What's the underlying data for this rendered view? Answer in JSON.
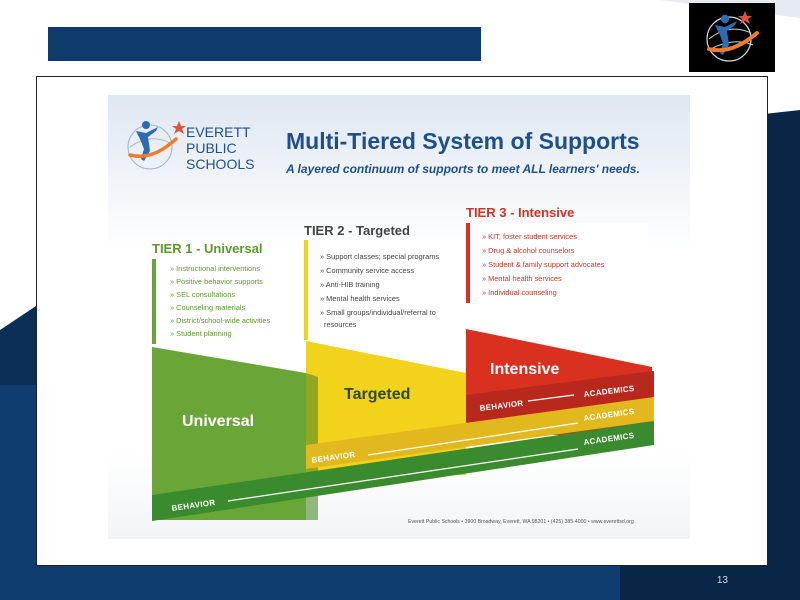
{
  "slide": {
    "number": "13",
    "colors": {
      "navy": "#0f3b6f",
      "navy_dark": "#0c2f5a",
      "accent_blue": "#1e4f8d"
    }
  },
  "logo": {
    "icon": "stylized-figure-logo-icon",
    "colors": {
      "star": "#e0533a",
      "figure": "#2b6cb3",
      "swoosh": "#ef7d2c"
    }
  },
  "infographic": {
    "brand": {
      "line1": "EVERETT",
      "line2": "PUBLIC",
      "line3": "SCHOOLS",
      "logo_icon": "everett-figure-logo-icon"
    },
    "title": "Multi-Tiered System of Supports",
    "subtitle": "A layered continuum of supports to meet ALL learners' needs.",
    "tiers": [
      {
        "heading": "TIER 1 - Universal",
        "color": "#6aa637",
        "items": [
          "» Instructional interventions",
          "» Positive behavior supports",
          "» SEL consultations",
          "» Counseling materials",
          "» District/school-wide activities",
          "» Student planning"
        ],
        "band_word": "Universal"
      },
      {
        "heading": "TIER 2 - Targeted",
        "color": "#f2d21a",
        "items": [
          "» Support classes; special programs",
          "» Community service access",
          "» Anti-HIB training",
          "» Mental health services",
          "» Small groups/individual/referral to",
          "resources"
        ],
        "band_word": "Targeted"
      },
      {
        "heading": "TIER 3 - Intensive",
        "color": "#d9301f",
        "items": [
          "» KIT, foster student services",
          "» Drug & alcohol counselors",
          "» Student & family support advocates",
          "» Mental health services",
          "» Individual counseling"
        ],
        "band_word": "Intensive"
      }
    ],
    "bands": {
      "green": {
        "behavior": "BEHAVIOR",
        "academics": "ACADEMICS",
        "color": "#3a8a2e"
      },
      "yellow": {
        "behavior": "BEHAVIOR",
        "academics": "ACADEMICS",
        "color": "#e1b81e"
      },
      "red": {
        "behavior": "BEHAVIOR",
        "academics": "ACADEMICS",
        "color": "#b8281d"
      }
    },
    "footer": "Everett Public Schools  •  3900 Broadway, Everett, WA 98201  •  (425) 385-4000  •  www.everettsd.org"
  }
}
